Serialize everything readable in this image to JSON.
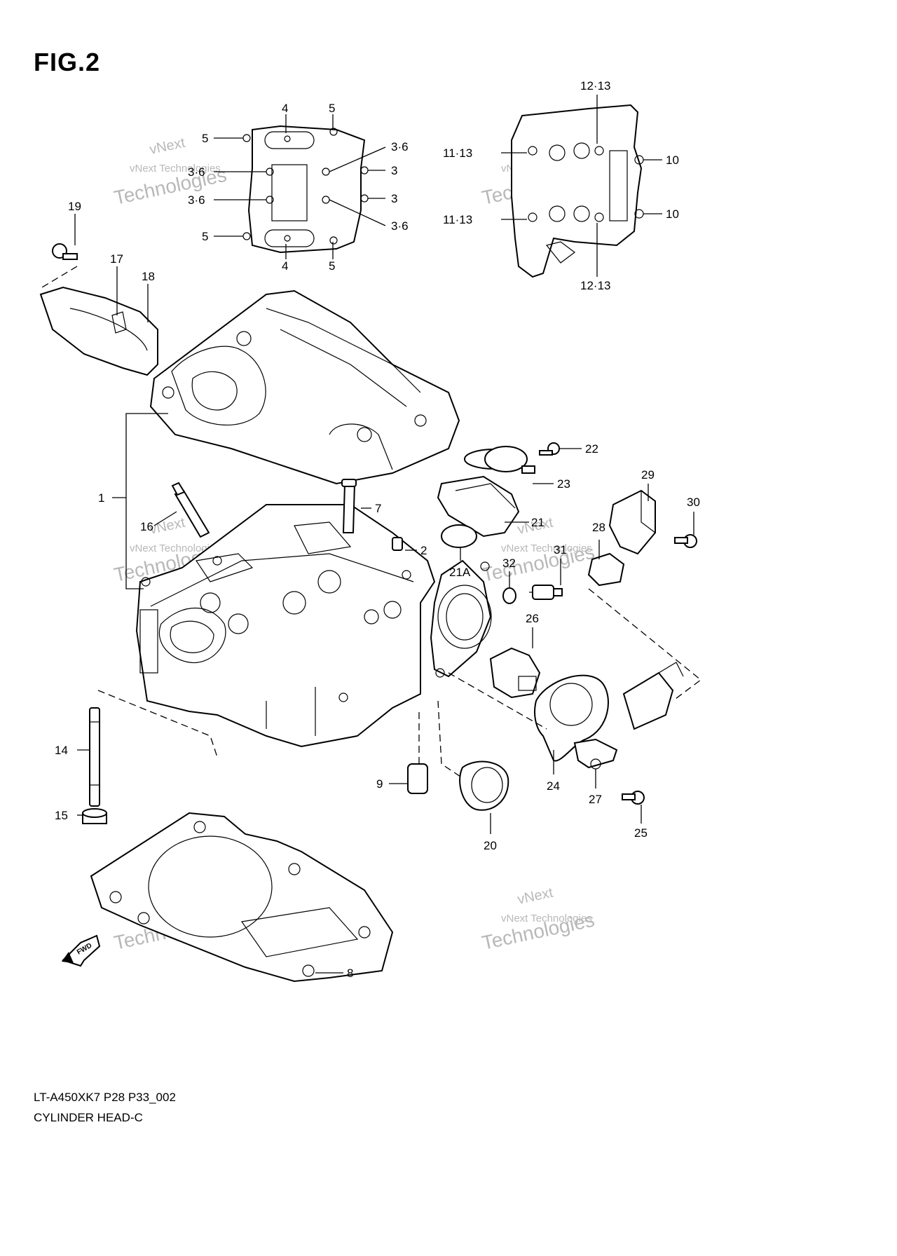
{
  "figure": {
    "title": "FIG.2",
    "code": "LT-A450XK7 P28 P33_002",
    "caption": "CYLINDER HEAD-C",
    "watermark_line1": "vNext Technologies",
    "watermark_line2": "Technologies",
    "watermark_top": "vNext",
    "fwd_badge": "FWD"
  },
  "callouts": {
    "c1": "1",
    "c2": "2",
    "c3a": "3",
    "c3b": "3",
    "c36a": "3·6",
    "c36b": "3·6",
    "c36c": "3·6",
    "c36d": "3·6",
    "c4a": "4",
    "c4b": "4",
    "c5a": "5",
    "c5b": "5",
    "c5c": "5",
    "c5d": "5",
    "c7": "7",
    "c8": "8",
    "c9": "9",
    "c10a": "10",
    "c10b": "10",
    "c1113a": "11·13",
    "c1113b": "11·13",
    "c1213a": "12·13",
    "c1213b": "12·13",
    "c14": "14",
    "c15": "15",
    "c16": "16",
    "c17": "17",
    "c18": "18",
    "c19": "19",
    "c20": "20",
    "c21": "21",
    "c21a": "21A",
    "c22": "22",
    "c23": "23",
    "c24": "24",
    "c25": "25",
    "c26": "26",
    "c27": "27",
    "c28": "28",
    "c29": "29",
    "c30": "30",
    "c31": "31",
    "c32": "32"
  }
}
